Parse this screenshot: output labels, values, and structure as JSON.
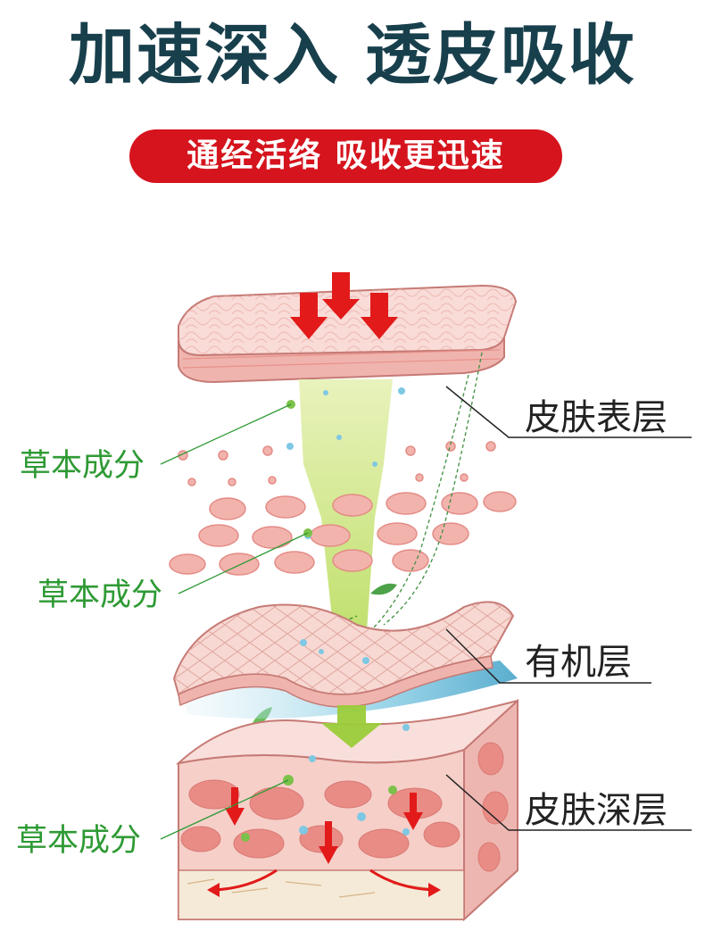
{
  "header": {
    "title": "加速深入 透皮吸收",
    "subtitle": "通经活络 吸收更迅速"
  },
  "layers": {
    "epidermis": "皮肤表层",
    "organic": "有机层",
    "dermis": "皮肤深层"
  },
  "herb_labels": [
    "草本成分",
    "草本成分",
    "草本成分"
  ],
  "colors": {
    "title": "#183f4c",
    "pill": "#d5141d",
    "herb_text": "#2e9a34",
    "arrow": "#e21a1a",
    "skin": "#f4c4c0"
  }
}
